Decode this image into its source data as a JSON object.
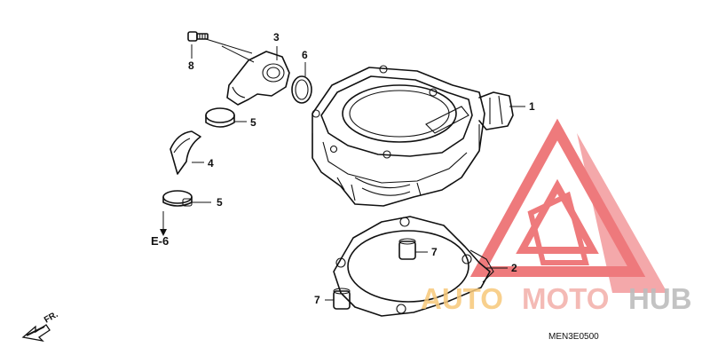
{
  "callouts": {
    "c1": "1",
    "c2": "2",
    "c3": "3",
    "c4": "4",
    "c5a": "5",
    "c5b": "5",
    "c6": "6",
    "c7a": "7",
    "c7b": "7",
    "c8": "8"
  },
  "reference": {
    "e6": "E-6"
  },
  "direction": {
    "front": "FR."
  },
  "diagram_code": "MEN3E0500",
  "watermark": {
    "part1": "AUTO",
    "part2": "MOTO",
    "part3": "HUB"
  },
  "colors": {
    "watermark_red": "#e8474b",
    "watermark_orange": "#f5b24f",
    "watermark_gray": "#9a9a9a"
  }
}
